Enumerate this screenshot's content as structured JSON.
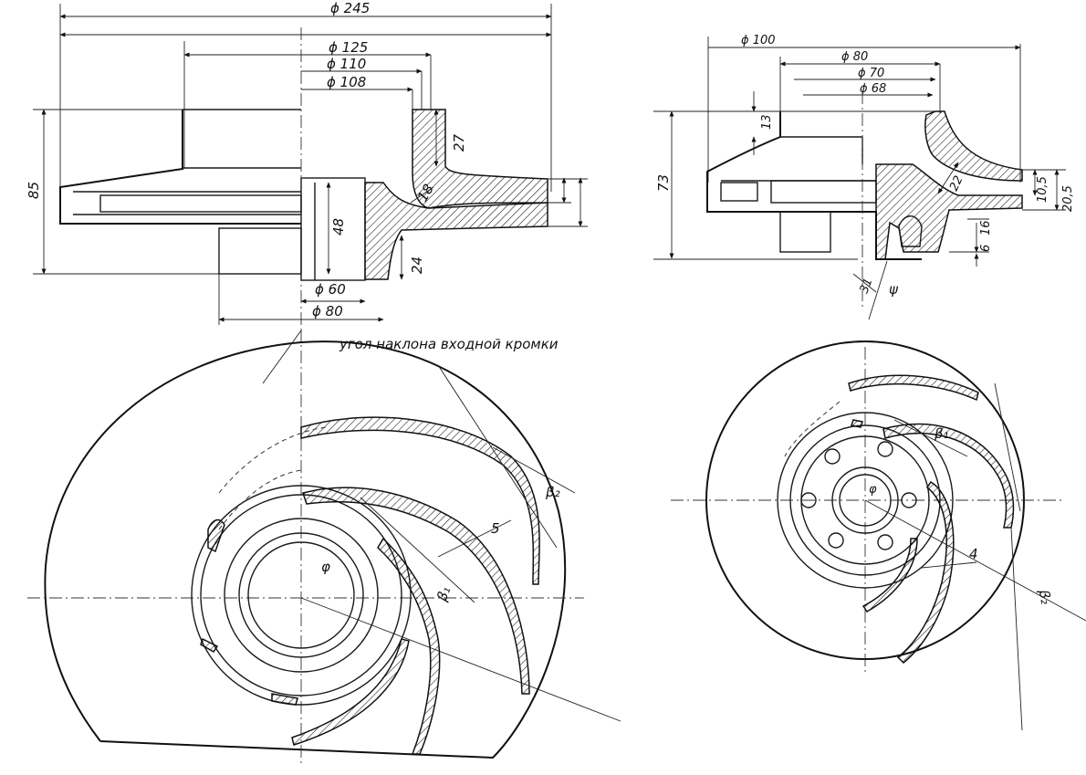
{
  "left_section": {
    "dia_outer": "ϕ 245",
    "dia_shroud": "ϕ 125",
    "dia_eye": "ϕ 110",
    "dia_inner": "ϕ 108",
    "height_total": "85",
    "height_shroud": "27",
    "hub_length": "48",
    "blade_width": "18",
    "hub_lower": "24",
    "dia_hub_bore": "ϕ 60",
    "dia_hub_outer": "ϕ 80"
  },
  "right_section": {
    "dia_outer": "ϕ 100",
    "dia_shroud": "ϕ 80",
    "dia_eye": "ϕ 70",
    "dia_inner": "ϕ 68",
    "height_total": "73",
    "height_top": "13",
    "blade_span": "22",
    "outlet_width": "10,5",
    "outlet_total": "20,5",
    "hub_a": "6",
    "hub_b": "16",
    "psi": "ψ",
    "small_mark": "31"
  },
  "left_plan": {
    "note": "угол наклона входной кромки",
    "beta2": "β₂",
    "beta1": "β₁",
    "phi": "φ",
    "blade_count_callout": "5"
  },
  "right_plan": {
    "beta1": "β₁",
    "beta2": "β₂",
    "phi": "φ",
    "thickness": "4"
  }
}
